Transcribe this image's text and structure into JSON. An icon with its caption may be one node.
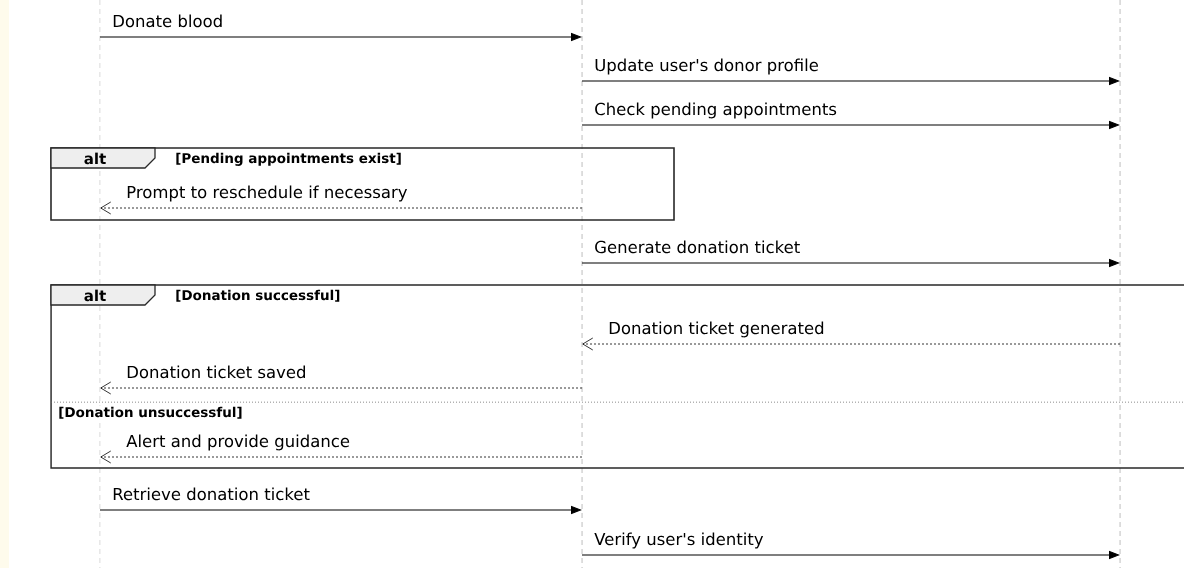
{
  "diagram": {
    "nodes": [
      {
        "text": [],
        "shape": "line"
      },
      {
        "text": [],
        "shape": "line"
      },
      {
        "text": [],
        "shape": "line"
      }
    ],
    "labels": [
      "alt",
      "[Pending appointments exist]",
      "alt",
      "[Donation successful]",
      "[Donation unsuccessful]"
    ],
    "edges": [
      {
        "from": 0,
        "to": 1,
        "arrow": "to",
        "label": "Donate blood"
      },
      {
        "from": 1,
        "to": 2,
        "arrow": "to",
        "label": "Update user's donor profile"
      },
      {
        "from": 1,
        "to": 2,
        "arrow": "to",
        "label": "Check pending appointments"
      },
      {
        "from": 1,
        "to": 0,
        "arrow": "to",
        "label": "Prompt to reschedule if necessary",
        "style": "dashed"
      },
      {
        "from": 1,
        "to": 2,
        "arrow": "to",
        "label": "Generate donation ticket"
      },
      {
        "from": 2,
        "to": 1,
        "arrow": "to",
        "label": "Donation ticket generated",
        "style": "dashed"
      },
      {
        "from": 1,
        "to": 0,
        "arrow": "to",
        "label": "Donation ticket saved",
        "style": "dashed"
      },
      {
        "from": 1,
        "to": 0,
        "arrow": "to",
        "label": "Alert and provide guidance",
        "style": "dashed"
      },
      {
        "from": 0,
        "to": 1,
        "arrow": "to",
        "label": "Retrieve donation ticket"
      },
      {
        "from": 1,
        "to": 2,
        "arrow": "to",
        "label": "Verify user's identity"
      }
    ]
  }
}
